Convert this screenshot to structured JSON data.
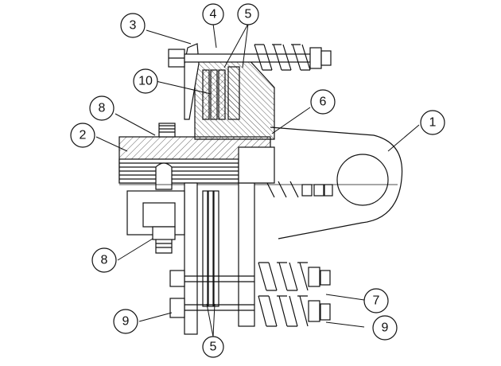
{
  "diagram": {
    "callouts": [
      {
        "id": "c1",
        "label": "1"
      },
      {
        "id": "c2",
        "label": "2"
      },
      {
        "id": "c3",
        "label": "3"
      },
      {
        "id": "c4",
        "label": "4"
      },
      {
        "id": "c5a",
        "label": "5"
      },
      {
        "id": "c5b",
        "label": "5"
      },
      {
        "id": "c6",
        "label": "6"
      },
      {
        "id": "c7",
        "label": "7"
      },
      {
        "id": "c8a",
        "label": "8"
      },
      {
        "id": "c8b",
        "label": "8"
      },
      {
        "id": "c9a",
        "label": "9"
      },
      {
        "id": "c9b",
        "label": "9"
      },
      {
        "id": "c10",
        "label": "10"
      }
    ]
  }
}
